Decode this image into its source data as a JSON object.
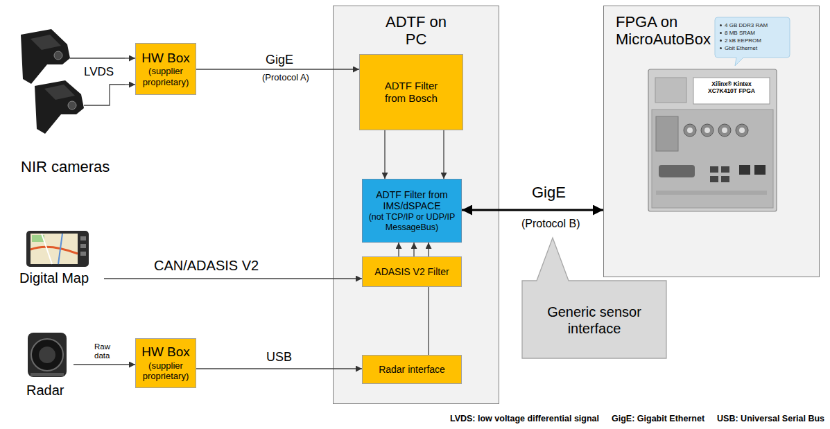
{
  "diagram": {
    "nodes": [
      {
        "text": [
          "NIR cameras"
        ]
      },
      {
        "text": [
          "HW Box",
          "(supplier proprietary)"
        ]
      },
      {
        "text": [
          "ADTF on PC"
        ]
      },
      {
        "text": [
          "ADTF Filter from Bosch"
        ],
        "in": 2
      },
      {
        "text": [
          "ADTF Filter from IMS/dSPACE",
          "(not TCP/IP or UDP/IP MessageBus)"
        ],
        "in": 2
      },
      {
        "text": [
          "ADASIS V2 Filter"
        ],
        "in": 2
      },
      {
        "text": [
          "Radar interface"
        ],
        "in": 2
      },
      {
        "text": [
          "FPGA on MicroAutoBox"
        ]
      },
      {
        "text": [
          "4 GB DDR3 RAM",
          "8 MB SRAM",
          "2 kB EEPROM",
          "Gbit Ethernet"
        ],
        "in": 7
      },
      {
        "text": [
          "Digital Map"
        ]
      },
      {
        "text": [
          "HW Box",
          "(supplier proprietary)"
        ]
      },
      {
        "text": [
          "Radar"
        ]
      },
      {
        "text": [
          "Generic sensor interface"
        ]
      }
    ],
    "edges": [
      {
        "from": 0,
        "to": 1,
        "arrow": "to"
      },
      {
        "from": 0,
        "to": 1,
        "arrow": "to"
      },
      {
        "from": 1,
        "to": 3,
        "label": "GigE",
        "arrow": "to"
      },
      {
        "from": 3,
        "to": 4,
        "arrow": "to"
      },
      {
        "from": 3,
        "to": 4,
        "arrow": "to"
      },
      {
        "from": 4,
        "to": 7,
        "label": "GigE",
        "arrow": "both"
      },
      {
        "from": 9,
        "to": 5,
        "label": "CAN/ADASIS V2",
        "arrow": "to"
      },
      {
        "from": 5,
        "to": 4,
        "arrow": "to"
      },
      {
        "from": 5,
        "to": 4,
        "arrow": "to"
      },
      {
        "from": 5,
        "to": 4,
        "arrow": "to"
      },
      {
        "from": 6,
        "to": 5,
        "arrow": "none"
      },
      {
        "from": 11,
        "to": 10,
        "label": "Raw data",
        "arrow": "to"
      },
      {
        "from": 10,
        "to": 6,
        "label": "USB",
        "arrow": "to"
      }
    ],
    "labels": [
      "LVDS",
      "(Protocol A)",
      "Xilinx® Kintex XC7K410T FPGA",
      "(Protocol B)",
      "LVDS: low voltage differential signal",
      "GigE: Gigabit Ethernet",
      "USB: Universal Serial Bus"
    ]
  }
}
